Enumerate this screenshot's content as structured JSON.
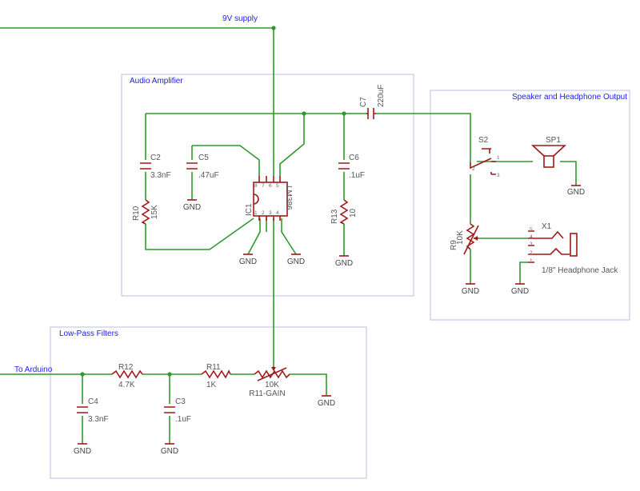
{
  "net_labels": {
    "supply": "9V supply",
    "input": "To Arduino"
  },
  "blocks": {
    "amplifier": "Audio Amplifier",
    "output": "Speaker and Headphone Output",
    "filters": "Low-Pass Filters"
  },
  "components": {
    "c2": {
      "ref": "C2",
      "value": "3.3nF"
    },
    "c5": {
      "ref": "C5",
      "value": ".47uF"
    },
    "c6": {
      "ref": "C6",
      "value": ".1uF"
    },
    "c7": {
      "ref": "C7",
      "value": "220uF"
    },
    "r10": {
      "ref": "R10",
      "value": "15K"
    },
    "r13": {
      "ref": "R13",
      "value": "10"
    },
    "ic1": {
      "ref": "IC1",
      "value": "LM386"
    },
    "s2": {
      "ref": "S2"
    },
    "sp1": {
      "ref": "SP1"
    },
    "r9": {
      "ref": "R9",
      "value": "10K"
    },
    "x1": {
      "ref": "X1",
      "value": "1/8\" Headphone Jack"
    },
    "r12": {
      "ref": "R12",
      "value": "4.7K"
    },
    "r11": {
      "ref": "R11",
      "value": "1K"
    },
    "gain": {
      "ref": "R11-GAIN",
      "value": "10K"
    },
    "c4": {
      "ref": "C4",
      "value": "3.3nF"
    },
    "c3": {
      "ref": "C3",
      "value": ".1uF"
    }
  },
  "ground_label": "GND",
  "ic_pins": [
    "8",
    "7",
    "6",
    "5",
    "1",
    "2",
    "3",
    "4"
  ],
  "switch_pins": [
    "1",
    "2",
    "3"
  ],
  "jack_pins": [
    "5",
    "4",
    "3",
    "2",
    "1"
  ],
  "colors": {
    "wire": "#2d9a2d",
    "component": "#a01818",
    "frame": "#b9bfdf",
    "block_label": "#1a1aff"
  }
}
